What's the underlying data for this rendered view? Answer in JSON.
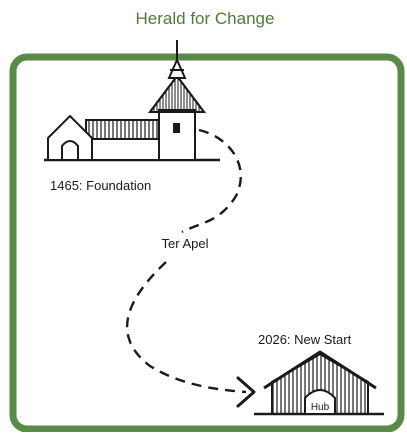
{
  "header": {
    "title": "Herald for Change"
  },
  "milestones": [
    {
      "label": "1465: Foundation"
    },
    {
      "label": "2026: New Start"
    }
  ],
  "path_label": "Ter Apel",
  "hub": {
    "label": "Hub"
  },
  "colors": {
    "frame": "#5a8a46",
    "title": "#4e7d3b",
    "ink": "#1a1a1a",
    "background": "#ffffff"
  }
}
